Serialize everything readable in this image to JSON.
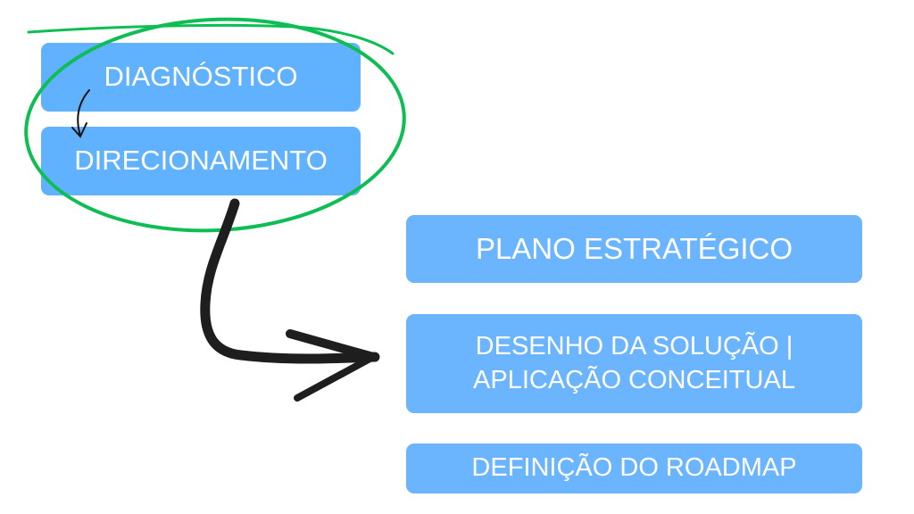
{
  "colors": {
    "box_left": "#60b1fe",
    "box_right": "#6bb4ff",
    "highlight": "#0ebe55",
    "arrow": "#1e1e1e"
  },
  "steps": {
    "diagnostico": "DIAGNÓSTICO",
    "direcionamento": "DIRECIONAMENTO",
    "plano": "PLANO ESTRATÉGICO",
    "desenho_line1": "DESENHO DA SOLUÇÃO |",
    "desenho_line2": "APLICAÇÃO CONCEITUAL",
    "roadmap": "DEFINIÇÃO DO ROADMAP"
  }
}
